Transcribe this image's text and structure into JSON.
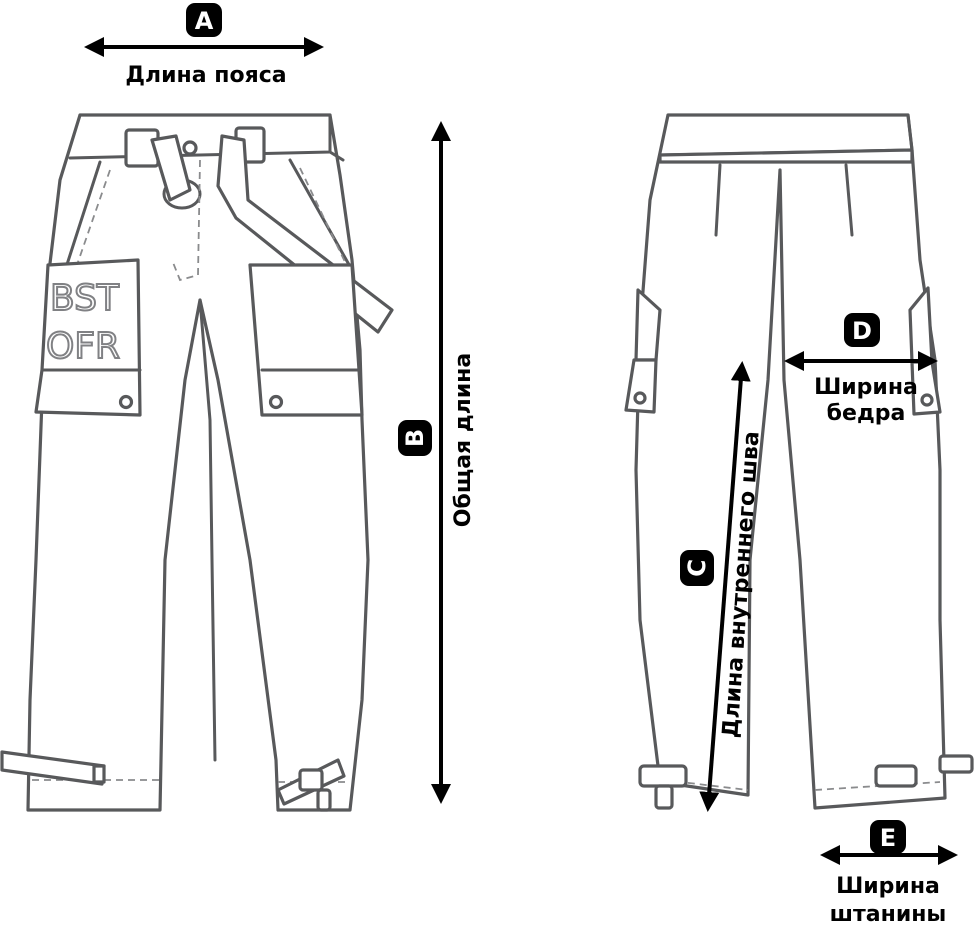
{
  "measurements": {
    "A": {
      "letter": "A",
      "label": "Длина пояса"
    },
    "B": {
      "letter": "B",
      "label": "Общая длина"
    },
    "C": {
      "letter": "C",
      "label": "Длина внутреннего шва"
    },
    "D": {
      "letter": "D",
      "label_line1": "Ширина",
      "label_line2": "бедра"
    },
    "E": {
      "letter": "E",
      "label_line1": "Ширина",
      "label_line2": "штанины"
    }
  },
  "print": {
    "line1": "BST",
    "line2": "OFR"
  },
  "colors": {
    "outline": "#58595b",
    "arrows": "#000000",
    "background": "#ffffff"
  }
}
